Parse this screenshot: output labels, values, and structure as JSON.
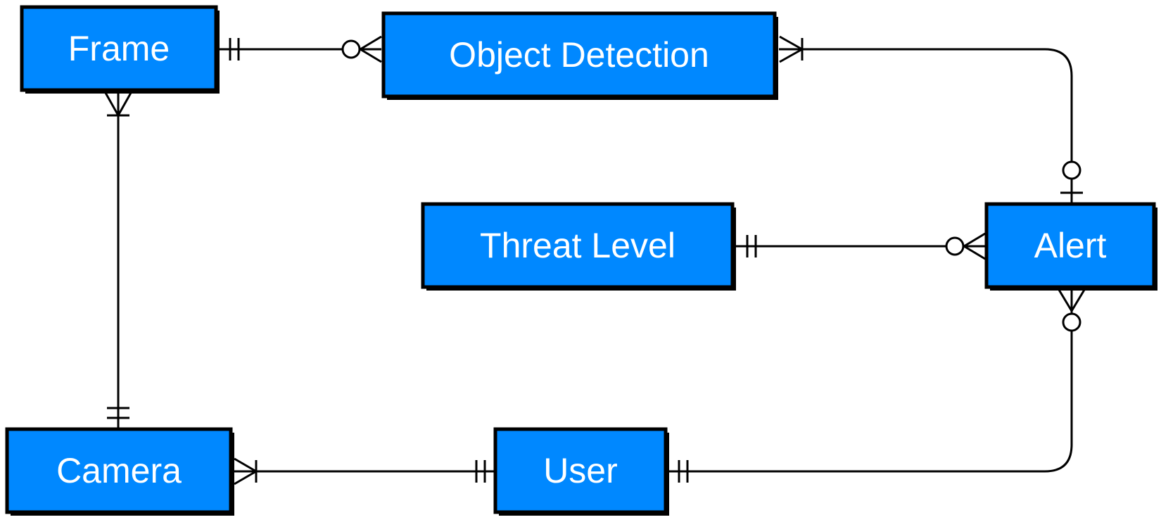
{
  "diagram": {
    "type": "entity-relationship",
    "colors": {
      "entity_fill": "#0088ff",
      "entity_border": "#000000",
      "entity_text": "#ffffff",
      "line": "#000000"
    },
    "entities": {
      "frame": {
        "label": "Frame"
      },
      "object_detection": {
        "label": "Object Detection"
      },
      "threat_level": {
        "label": "Threat Level"
      },
      "alert": {
        "label": "Alert"
      },
      "camera": {
        "label": "Camera"
      },
      "user": {
        "label": "User"
      }
    },
    "relationships": [
      {
        "from": "Frame",
        "from_cardinality": "one-and-only-one",
        "to": "Object Detection",
        "to_cardinality": "zero-or-many"
      },
      {
        "from": "Object Detection",
        "from_cardinality": "one-or-many",
        "to": "Alert",
        "to_cardinality": "zero-or-one"
      },
      {
        "from": "Threat Level",
        "from_cardinality": "one-and-only-one",
        "to": "Alert",
        "to_cardinality": "zero-or-many"
      },
      {
        "from": "Frame",
        "from_cardinality": "one-or-many",
        "to": "Camera",
        "to_cardinality": "one-and-only-one"
      },
      {
        "from": "Camera",
        "from_cardinality": "one-or-many",
        "to": "User",
        "to_cardinality": "one-and-only-one"
      },
      {
        "from": "User",
        "from_cardinality": "one-and-only-one",
        "to": "Alert",
        "to_cardinality": "zero-or-many"
      }
    ]
  }
}
